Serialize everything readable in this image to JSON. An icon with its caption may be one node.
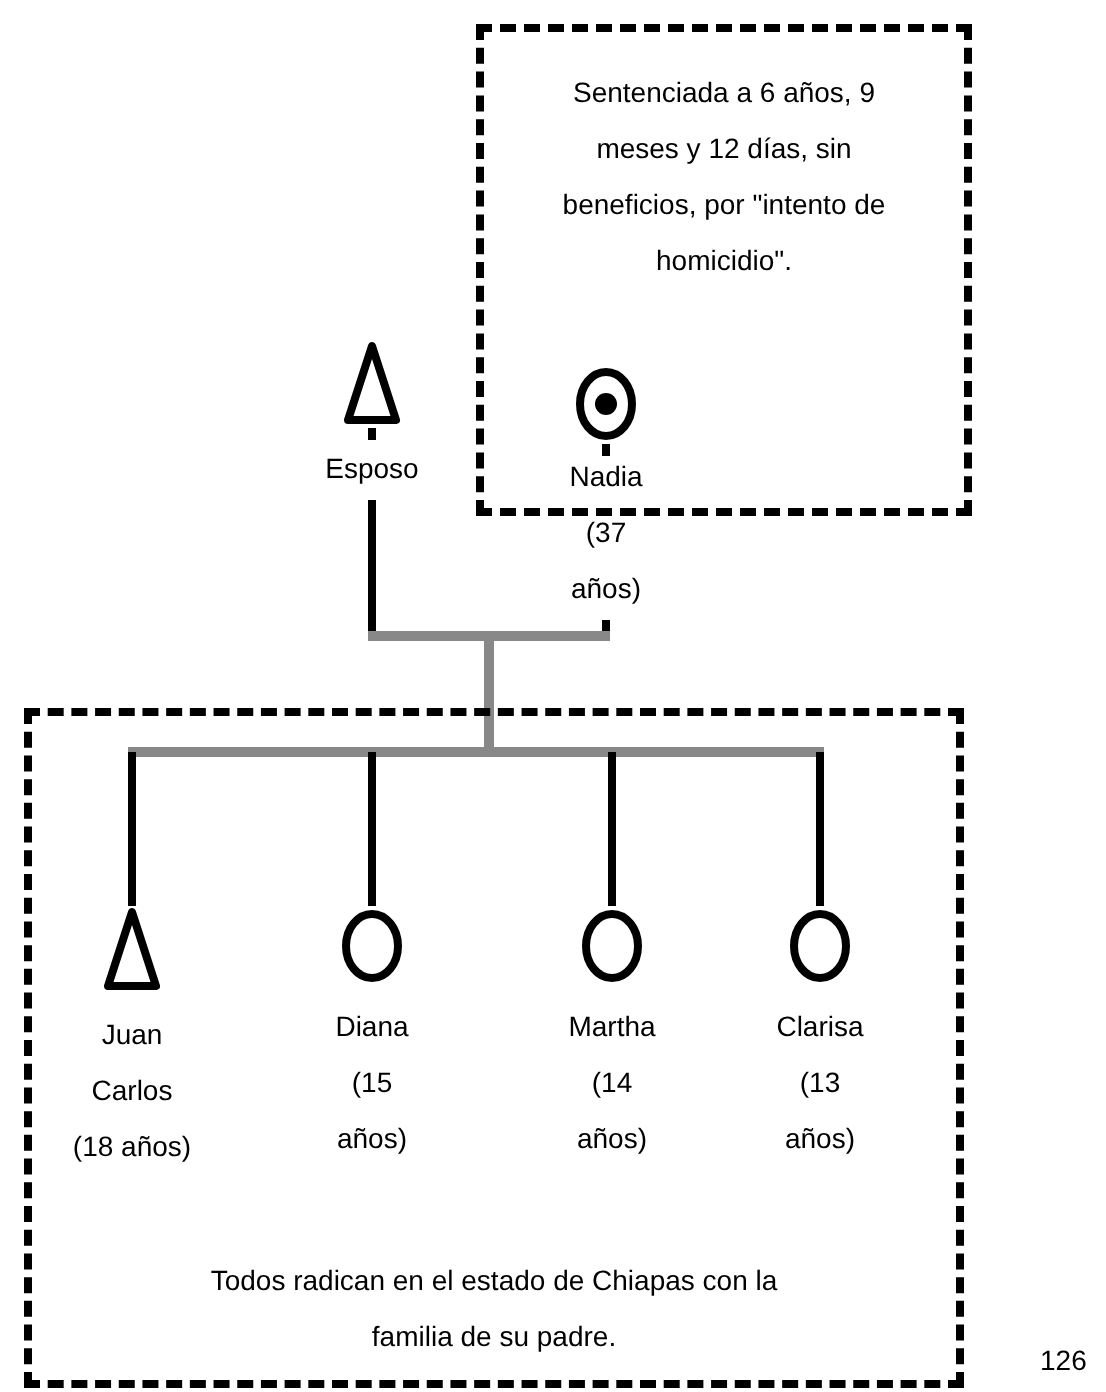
{
  "diagram": {
    "nodes": [
      {
        "text": [
          "Sentenciada a 6 años, 9 meses y 12 días, sin beneficios, por \"intento de homicidio\"."
        ]
      },
      {
        "text": [],
        "shape": "triangle",
        "beside": [
          "Esposo"
        ]
      },
      {
        "text": [],
        "shape": "target",
        "beside": [
          "Nadia (37 años)"
        ],
        "in": 0
      },
      {
        "text": [
          "Todos radican en el estado de Chiapas con la familia de su padre."
        ]
      },
      {
        "text": [],
        "shape": "triangle",
        "beside": [
          "Juan Carlos (18 años)"
        ],
        "in": 3
      },
      {
        "text": [],
        "shape": "circle",
        "beside": [
          "Diana (15 años)"
        ],
        "in": 3
      },
      {
        "text": [],
        "shape": "circle",
        "beside": [
          "Martha (14 años)"
        ],
        "in": 3
      },
      {
        "text": [],
        "shape": "circle",
        "beside": [
          "Clarisa (13 años)"
        ],
        "in": 3
      }
    ],
    "edges": [
      {
        "from": 1,
        "to": 2,
        "arrow": "none"
      },
      {
        "from": 1,
        "to": 4,
        "arrow": "none"
      },
      {
        "from": 2,
        "to": 4,
        "arrow": "none"
      },
      {
        "from": 1,
        "to": 5,
        "arrow": "none"
      },
      {
        "from": 2,
        "to": 5,
        "arrow": "none"
      },
      {
        "from": 1,
        "to": 6,
        "arrow": "none"
      },
      {
        "from": 2,
        "to": 6,
        "arrow": "none"
      },
      {
        "from": 1,
        "to": 7,
        "arrow": "none"
      },
      {
        "from": 2,
        "to": 7,
        "arrow": "none"
      }
    ],
    "labels": [
      "126"
    ]
  }
}
